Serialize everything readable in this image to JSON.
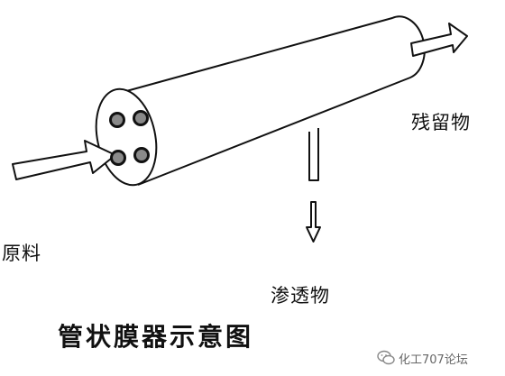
{
  "labels": {
    "retentate": "残留物",
    "feed": "原料",
    "permeate": "渗透物",
    "title": "管状膜器示意图"
  },
  "watermark": {
    "text": "化工707论坛",
    "icon": "wechat-logo-icon"
  }
}
